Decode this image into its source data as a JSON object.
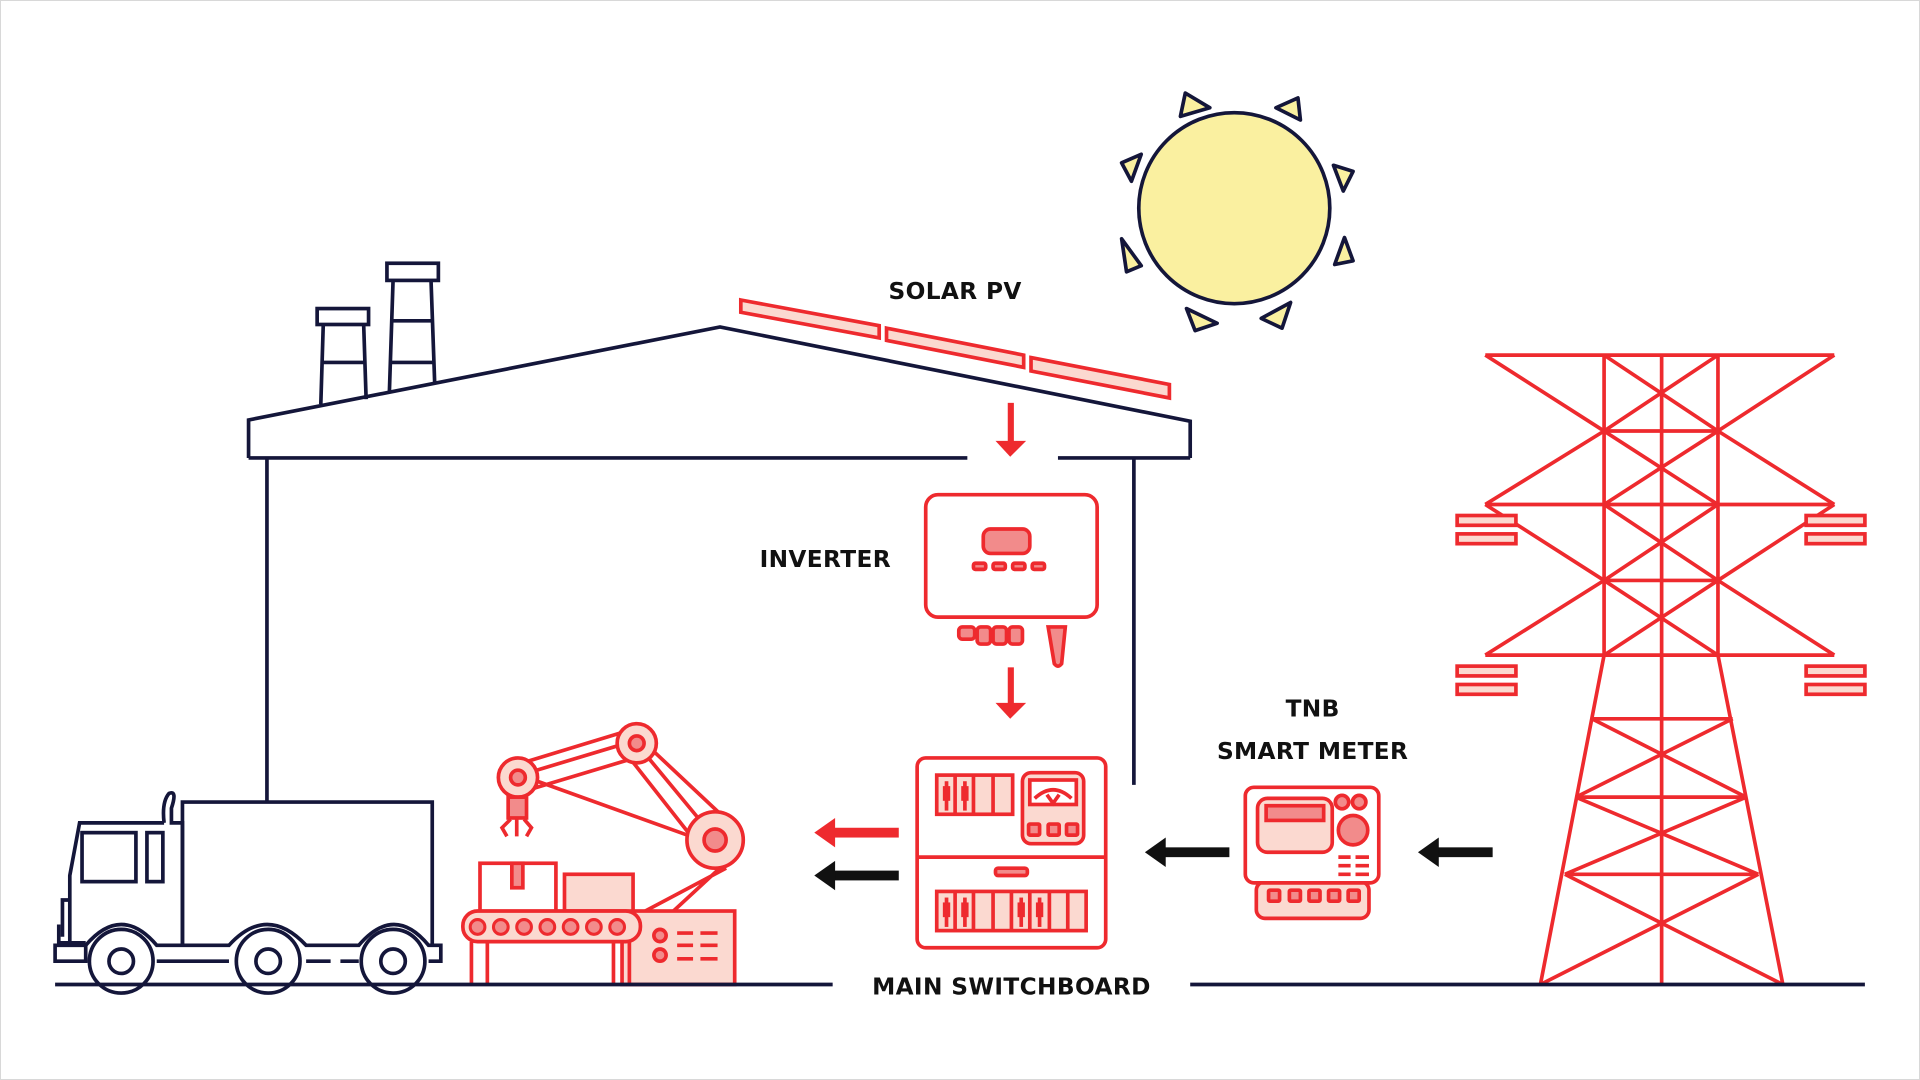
{
  "title": "Solar PV system flow diagram",
  "labels": {
    "solar_pv": "SOLAR PV",
    "inverter": "INVERTER",
    "main_switchboard": "MAIN SWITCHBOARD",
    "tnb_line1": "TNB",
    "tnb_line2": "SMART METER"
  },
  "colors": {
    "accent_red": "#ee2a2e",
    "light_red": "#fbd9d0",
    "mid_red": "#f28b8b",
    "navy": "#14163a",
    "sun_yellow": "#faf0a0",
    "arrow_black": "#111111"
  },
  "flows": [
    {
      "from": "solar-pv",
      "to": "inverter",
      "color": "red"
    },
    {
      "from": "inverter",
      "to": "main-switchboard",
      "color": "red"
    },
    {
      "from": "transmission-tower",
      "to": "tnb-smart-meter",
      "color": "black"
    },
    {
      "from": "tnb-smart-meter",
      "to": "main-switchboard",
      "color": "black"
    },
    {
      "from": "main-switchboard",
      "to": "factory-load",
      "color": "red"
    },
    {
      "from": "main-switchboard",
      "to": "factory-load",
      "color": "black"
    }
  ]
}
